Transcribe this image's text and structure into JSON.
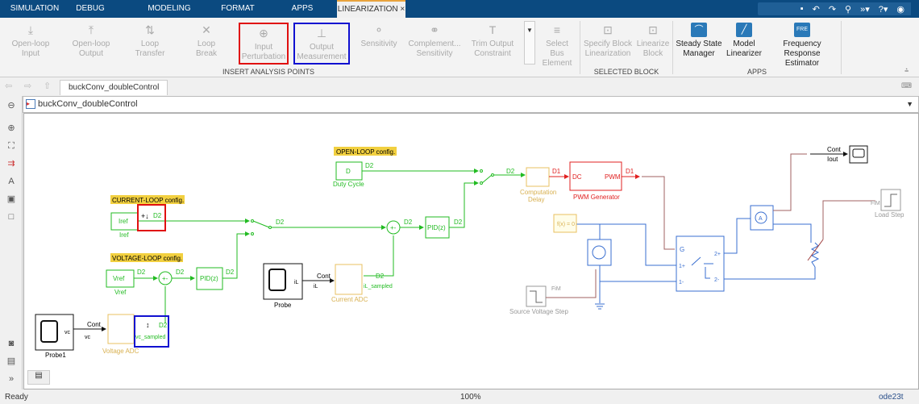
{
  "tabs": [
    "SIMULATION",
    "DEBUG",
    "MODELING",
    "FORMAT",
    "APPS",
    "LINEARIZATION"
  ],
  "active_tab": "LINEARIZATION",
  "quick_access": [
    "save-icon",
    "undo-icon",
    "redo-icon",
    "search-icon",
    "expand-icon",
    "help-icon",
    "settings-icon"
  ],
  "ribbon": {
    "insert": [
      {
        "l1": "Open-loop",
        "l2": "Input"
      },
      {
        "l1": "Open-loop",
        "l2": "Output"
      },
      {
        "l1": "Loop",
        "l2": "Transfer"
      },
      {
        "l1": "Loop",
        "l2": "Break"
      },
      {
        "l1": "Input",
        "l2": "Perturbation"
      },
      {
        "l1": "Output",
        "l2": "Measurement"
      },
      {
        "l1": "Sensitivity",
        "l2": ""
      },
      {
        "l1": "Complement...",
        "l2": "Sensitivity"
      },
      {
        "l1": "Trim Output",
        "l2": "Constraint"
      }
    ],
    "insert_label": "INSERT ANALYSIS POINTS",
    "select_bus": {
      "l1": "Select Bus",
      "l2": "Element"
    },
    "selected": [
      {
        "l1": "Specify Block",
        "l2": "Linearization"
      },
      {
        "l1": "Linearize",
        "l2": "Block"
      }
    ],
    "selected_label": "SELECTED BLOCK",
    "apps": [
      {
        "l1": "Steady State",
        "l2": "Manager"
      },
      {
        "l1": "Model",
        "l2": "Linearizer"
      },
      {
        "l1": "Frequency Response",
        "l2": "Estimator"
      }
    ],
    "apps_label": "APPS",
    "fre_icon_text": "FRE"
  },
  "highlight": {
    "red": "#e01010",
    "blue": "#1010d0"
  },
  "file_tab": "buckConv_doubleControl",
  "breadcrumb": "buckConv_doubleControl",
  "diagram": {
    "open_loop": "OPEN-LOOP config.",
    "current_loop": "CURRENT-LOOP config.",
    "voltage_loop": "VOLTAGE-LOOP config.",
    "duty_block": "D",
    "duty_label": "Duty Cycle",
    "iref_block": "Iref",
    "iref_label": "Iref",
    "vref_block": "Vref",
    "vref_label": "Vref",
    "pid": "PID(z)",
    "d2": "D2",
    "d1": "D1",
    "probe1": "Probe1",
    "probe": "Probe",
    "vc": "vc",
    "il": "iL",
    "cont": "Cont",
    "vadc": "Voltage ADC",
    "cadc": "Current ADC",
    "vc_sampled": "vc_sampled",
    "il_sampled": "iL_sampled",
    "comp_delay1": "Computation",
    "comp_delay2": "Delay",
    "pwm_gen": "PWM Generator",
    "dc": "DC",
    "pwm": "PWM",
    "fx": "f(x) = 0",
    "src_step": "Source Voltage Step",
    "fim": "FiM",
    "load_step": "Load Step",
    "iout": "Iout",
    "g": "G",
    "p1p": "1+",
    "p1m": "1-",
    "p2p": "2+",
    "p2m": "2-"
  },
  "status": {
    "left": "Ready",
    "zoom": "100%",
    "solver": "ode23t"
  },
  "colors": {
    "signal_green": "#22bb22",
    "discrete_red": "#e02020",
    "physical_blue": "#3a6fd0",
    "adc_yellow": "#e8c060",
    "annotation_bg": "#f2d040"
  }
}
